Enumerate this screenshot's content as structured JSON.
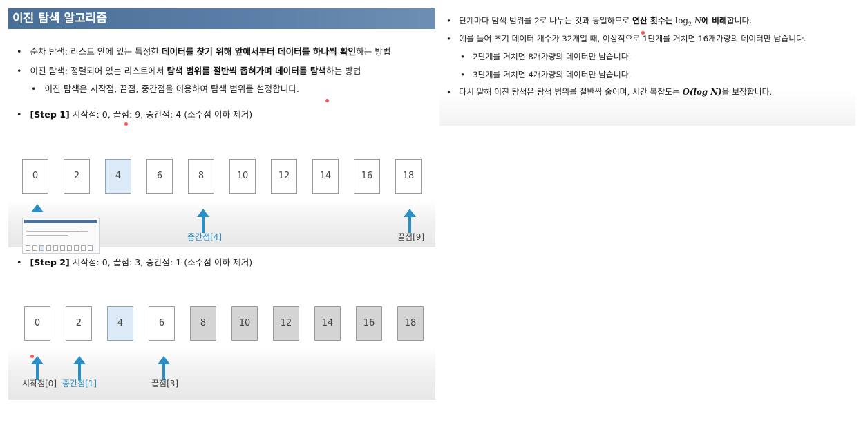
{
  "left": {
    "title": "이진 탐색 알고리즘",
    "bullets": {
      "seq_pre": "순차 탐색: 리스트 안에 있는 특정한 ",
      "seq_bold": "데이터를 찾기 위해 앞에서부터 데이터를 하나씩 확인",
      "seq_post": "하는 방법",
      "bin_pre": "이진 탐색: 정렬되어 있는 리스트에서 ",
      "bin_bold": "탐색 범위를 절반씩 좁혀가며 데이터를 탐색",
      "bin_post": "하는 방법",
      "bin_sub": "이진 탐색은 시작점, 끝점, 중간점을 이용하여 탐색 범위를 설정합니다."
    },
    "step1": {
      "label_bold": "[Step 1]",
      "label_rest": " 시작점: 0, 끝점: 9, 중간점: 4 (소수점 이하 제거)",
      "values": [
        "0",
        "2",
        "4",
        "6",
        "8",
        "10",
        "12",
        "14",
        "16",
        "18"
      ],
      "states": [
        "normal",
        "normal",
        "mid",
        "normal",
        "normal",
        "normal",
        "normal",
        "normal",
        "normal",
        "normal"
      ],
      "mid_label": "중간점[4]",
      "end_label": "끝점[9]"
    },
    "step2": {
      "label_bold": "[Step 2]",
      "label_rest": " 시작점: 0, 끝점: 3, 중간점: 1 (소수점 이하 제거)",
      "values": [
        "0",
        "2",
        "4",
        "6",
        "8",
        "10",
        "12",
        "14",
        "16",
        "18"
      ],
      "states": [
        "normal",
        "normal",
        "mid",
        "normal",
        "gray",
        "gray",
        "gray",
        "gray",
        "gray",
        "gray"
      ],
      "start_label": "시작점[0]",
      "mid_label": "중간점[1]",
      "end_label": "끝점[3]"
    }
  },
  "right": {
    "b1_pre": "단계마다 탐색 범위를 2로 나누는 것과 동일하므로 ",
    "b1_bold": "연산 횟수는 ",
    "b1_log": "log",
    "b1_sub": "2",
    "b1_n": "N",
    "b1_bold2": "에 비례",
    "b1_post": "합니다.",
    "b2": "예를 들어 초기 데이터 개수가 32개일 때, 이상적으로 1단계를 거치면 16개가량의 데이터만 남습니다.",
    "b2_sub1": "2단계를 거치면 8개가량의 데이터만 남습니다.",
    "b2_sub2": "3단계를 거치면 4개가량의 데이터만 남습니다.",
    "b3_pre": "다시 말해 이진 탐색은 탐색 범위를 절반씩 줄이며, 시간 복잡도는 ",
    "b3_math": "O(log N)",
    "b3_post": "을 보장합니다."
  },
  "colors": {
    "title_bar": "#4f7199",
    "mid_box": "#dbeaf6",
    "arrow_blue": "#2a8fc6",
    "gray_box": "#d4d4d4"
  },
  "bullet_symbol": "•"
}
